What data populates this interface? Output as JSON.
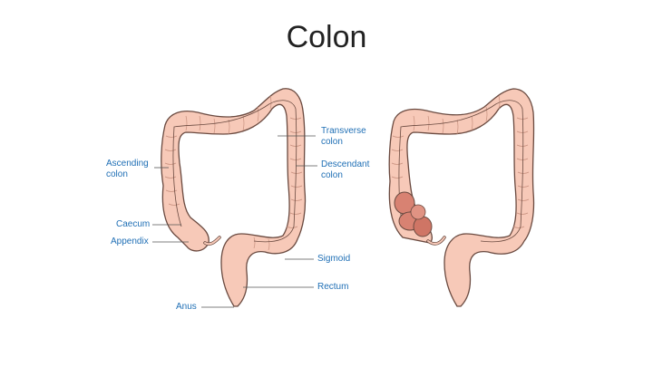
{
  "title": "Colon",
  "labels": {
    "transverse_colon": [
      "Transverse",
      "colon"
    ],
    "ascending_colon": [
      "Ascending",
      "colon"
    ],
    "descendant_colon": [
      "Descendant",
      "colon"
    ],
    "caecum": "Caecum",
    "appendix": "Appendix",
    "sigmoid": "Sigmoid",
    "rectum": "Rectum",
    "anus": "Anus"
  },
  "colors": {
    "label_text": "#1f6fb5",
    "colon_fill": "#f7c9b8",
    "colon_outline": "#6a4a40",
    "inflamed_fill": "#d88272"
  },
  "illustrations": [
    "healthy-colon-illustration",
    "diseased-colon-illustration"
  ]
}
